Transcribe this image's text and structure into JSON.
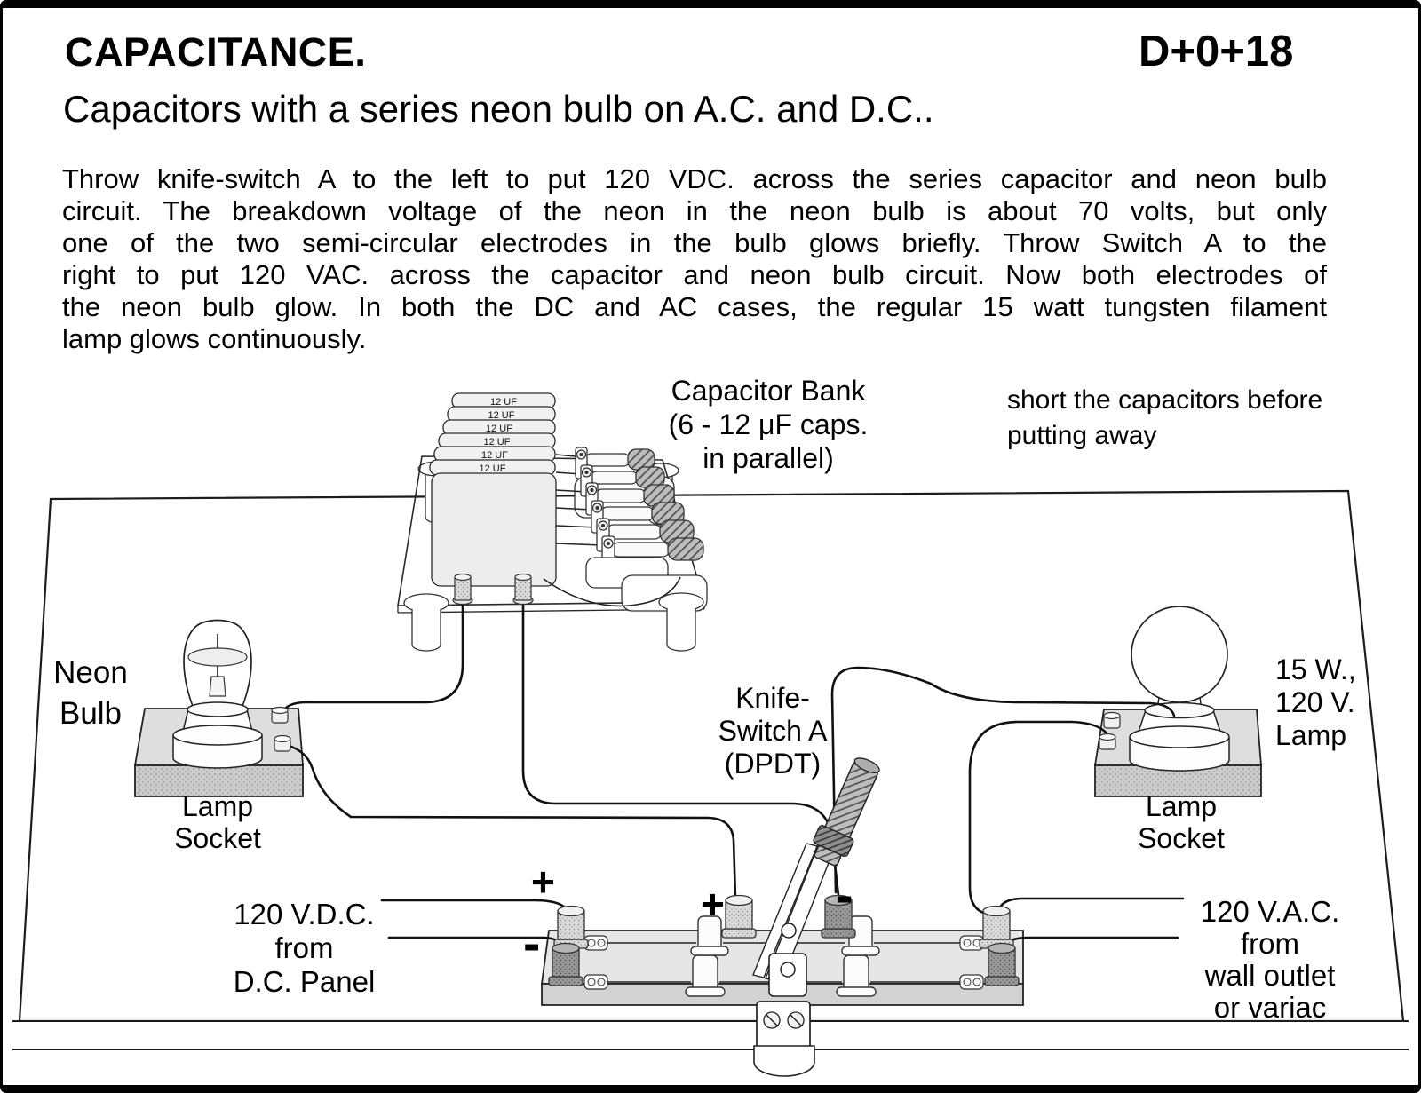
{
  "header": {
    "title": "CAPACITANCE.",
    "code": "D+0+18"
  },
  "subtitle": "Capacitors with a series neon bulb on A.C. and D.C..",
  "description_lines": [
    "Throw knife-switch A to the left to put 120 VDC. across the series capacitor and neon bulb",
    "circuit.  The breakdown voltage of the neon in the neon bulb is about 70 volts, but only",
    "one of the two semi-circular electrodes in the bulb glows briefly. Throw Switch A to the",
    "right to put 120 VAC. across the capacitor and neon bulb circuit.  Now both electrodes of",
    "the neon bulb glow. In both the DC and AC cases, the regular 15 watt tungsten filament",
    "lamp glows continuously."
  ],
  "diagram": {
    "capacitor_bank": {
      "label": "Capacitor Bank\n(6 - 12 μF caps.\nin parallel)",
      "units": [
        "12 UF",
        "12 UF",
        "12 UF",
        "12 UF",
        "12 UF",
        "12 UF"
      ]
    },
    "note": "short the capacitors before\nputting away",
    "neon_bulb_label": "Neon\nBulb",
    "lamp_socket_left_label": "Lamp\nSocket",
    "knife_switch_label": "Knife-\nSwitch A\n(DPDT)",
    "lamp_right_label": "15 W.,\n120 V.\nLamp",
    "lamp_socket_right_label": "Lamp\nSocket",
    "dc_source_label": "120 V.D.C.\nfrom\nD.C. Panel",
    "ac_source_label": "120 V.A.C.\nfrom\nwall outlet\nor variac",
    "polarity": {
      "dc_plus": "+",
      "dc_minus": "-",
      "switch_plus": "+",
      "switch_minus": "-"
    }
  },
  "colors": {
    "ink": "#1c1c1c",
    "plate_gray": "#dedede",
    "board_gray": "#e6e6e6",
    "background": "#ffffff"
  }
}
